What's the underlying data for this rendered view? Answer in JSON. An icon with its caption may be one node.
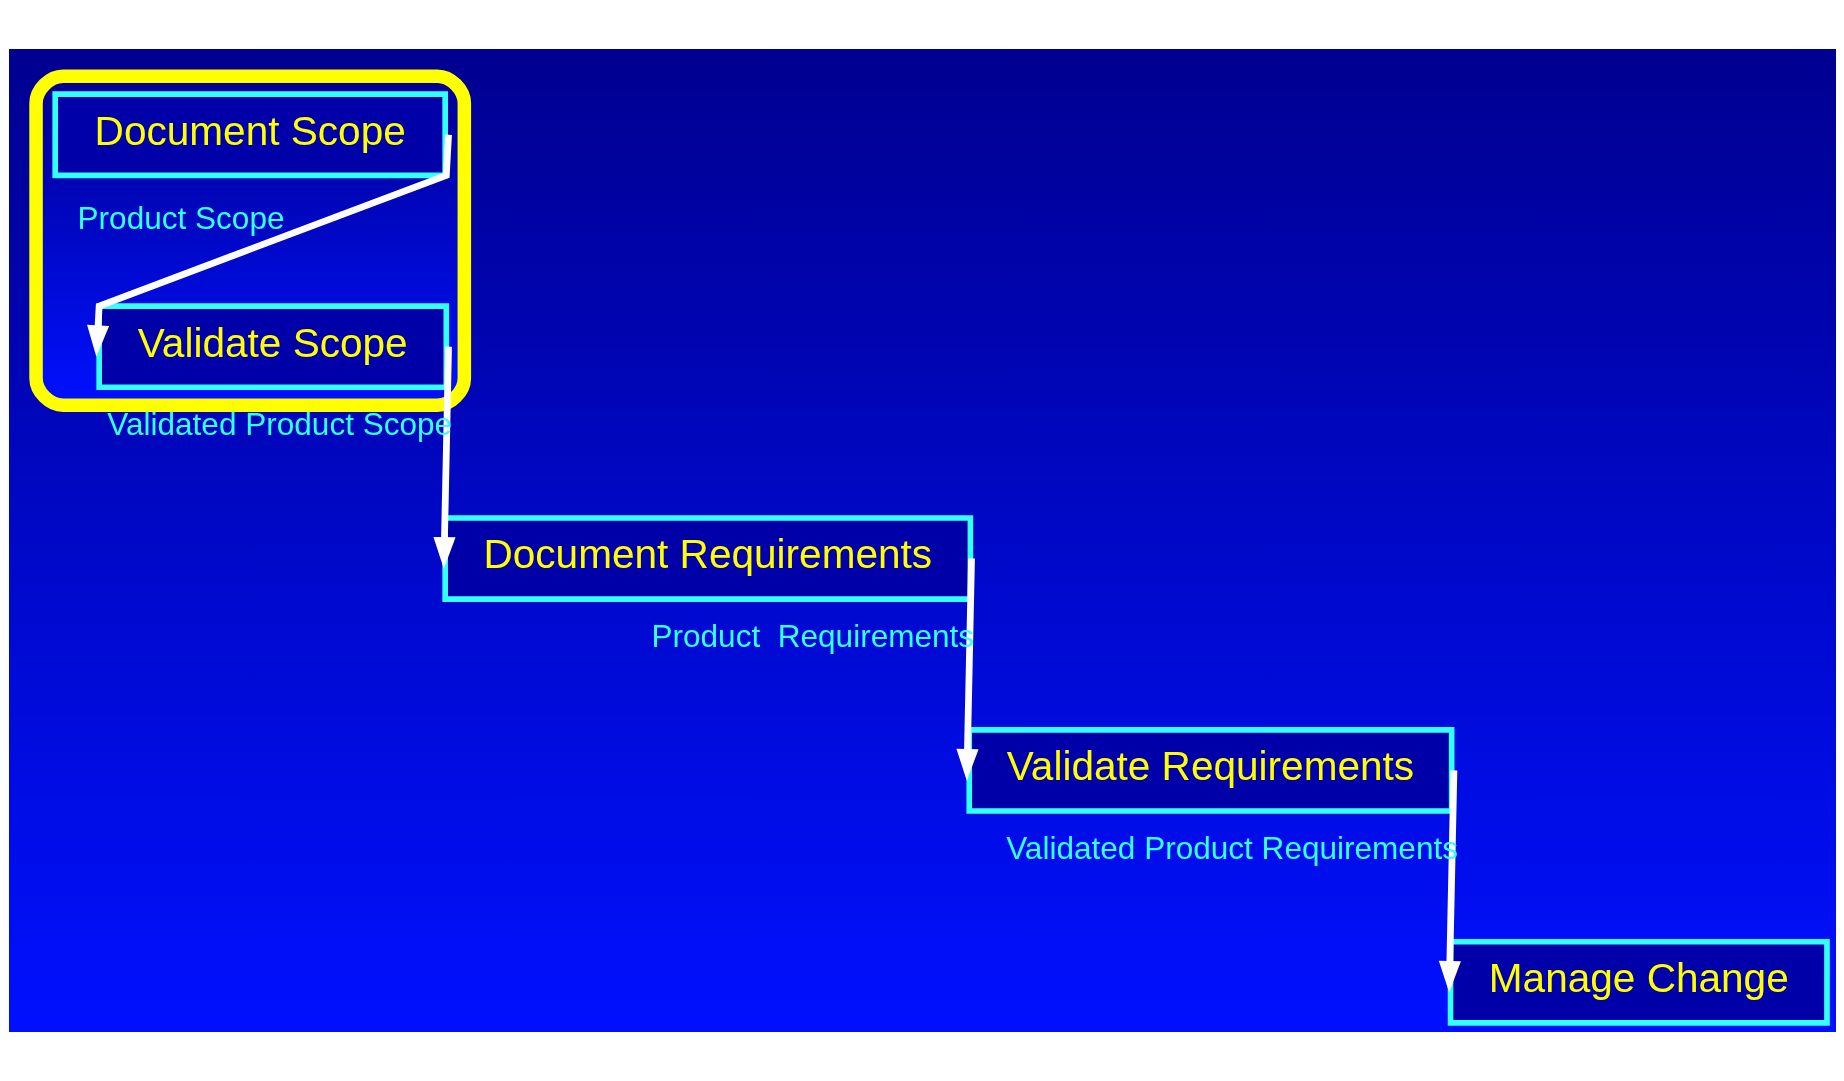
{
  "diagram": {
    "nodes": [
      {
        "text": [],
        "shape": "ellipse"
      },
      {
        "text": [
          "Document Scope"
        ],
        "in": 0
      },
      {
        "text": [
          "Validate Scope"
        ],
        "in": 0
      },
      {
        "text": [
          "Document Requirements"
        ]
      },
      {
        "text": [
          "Validate Requirements"
        ]
      },
      {
        "text": [
          "Manage Change"
        ]
      }
    ],
    "edges": [
      {
        "from": 1,
        "to": 2,
        "arrow": "to",
        "label": "Product Scope"
      },
      {
        "from": 2,
        "to": 3,
        "arrow": "to",
        "label": "Validated Product Scope"
      },
      {
        "from": 3,
        "to": 4,
        "arrow": "to",
        "label": "Product  Requirements"
      },
      {
        "from": 4,
        "to": 5,
        "arrow": "to",
        "label": "Validated Product Requirements"
      }
    ]
  }
}
